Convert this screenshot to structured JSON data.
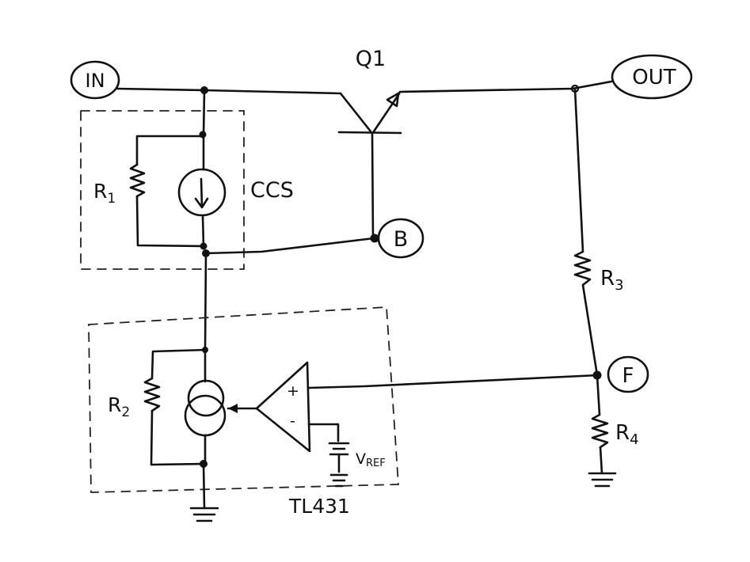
{
  "nodes": {
    "input": "IN",
    "output": "OUT",
    "base": "B",
    "feedback": "F"
  },
  "transistor": {
    "label": "Q1"
  },
  "current_source": {
    "label": "CCS"
  },
  "resistors": {
    "r1": {
      "letter": "R",
      "index": "1"
    },
    "r2": {
      "letter": "R",
      "index": "2"
    },
    "r3": {
      "letter": "R",
      "index": "3"
    },
    "r4": {
      "letter": "R",
      "index": "4"
    }
  },
  "opamp": {
    "plus": "+",
    "minus": "-"
  },
  "reference": {
    "letter": "V",
    "subscript": "REF"
  },
  "shunt_regulator": {
    "label": "TL431"
  },
  "colors": {
    "ink": "#111111",
    "paper": "#ffffff"
  }
}
